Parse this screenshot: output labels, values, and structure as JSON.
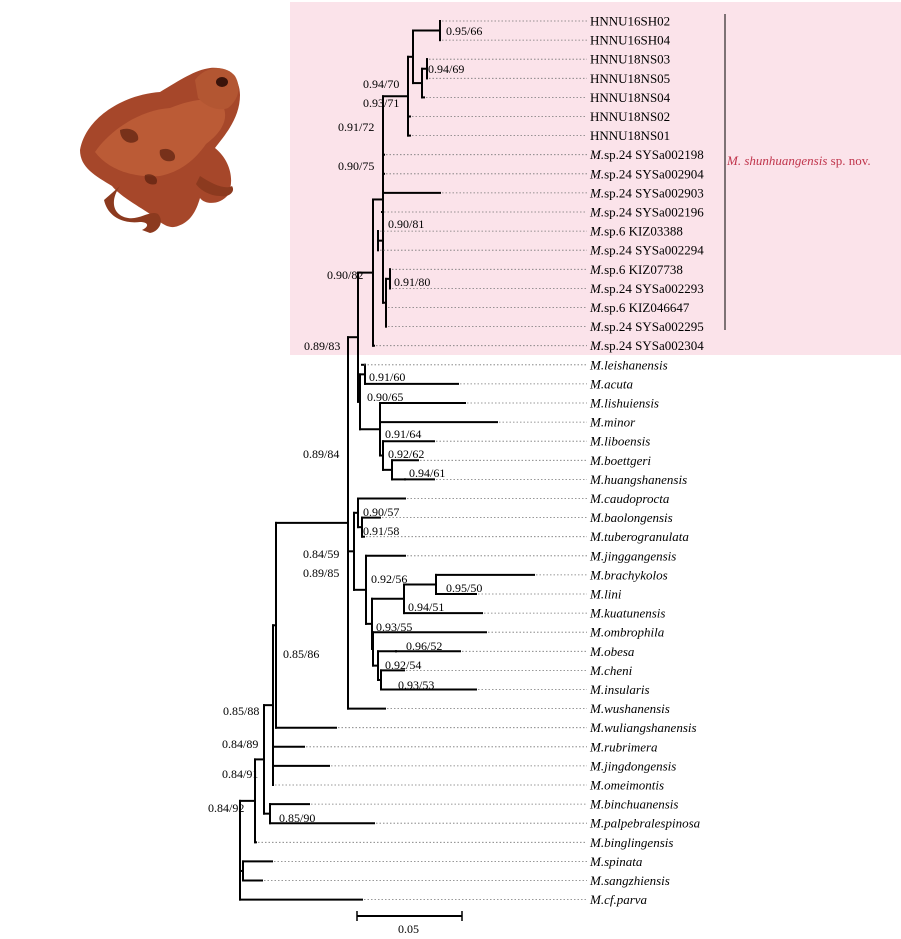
{
  "highlight_color": "#fbe3ea",
  "clade_label_color": "#c0354c",
  "frog_colors": [
    "#7a2c17",
    "#b8532b",
    "#d9794a",
    "#4a1a0c"
  ],
  "tree": {
    "tips": [
      {
        "prefix": "",
        "name": "HNNU16SH02",
        "rest": ""
      },
      {
        "prefix": "",
        "name": "HNNU16SH04",
        "rest": ""
      },
      {
        "prefix": "",
        "name": "HNNU18NS03",
        "rest": ""
      },
      {
        "prefix": "",
        "name": "HNNU18NS05",
        "rest": ""
      },
      {
        "prefix": "",
        "name": "HNNU18NS04",
        "rest": ""
      },
      {
        "prefix": "",
        "name": "HNNU18NS02",
        "rest": ""
      },
      {
        "prefix": "",
        "name": "HNNU18NS01",
        "rest": ""
      },
      {
        "prefix": "M.",
        "name": "sp.24",
        "rest": " SYSa002198"
      },
      {
        "prefix": "M.",
        "name": "sp.24",
        "rest": " SYSa002904"
      },
      {
        "prefix": "M.",
        "name": "sp.24",
        "rest": " SYSa002903"
      },
      {
        "prefix": "M.",
        "name": "sp.24",
        "rest": " SYSa002196"
      },
      {
        "prefix": "M.",
        "name": "sp.6",
        "rest": " KIZ03388"
      },
      {
        "prefix": "M.",
        "name": "sp.24",
        "rest": " SYSa002294"
      },
      {
        "prefix": "M.",
        "name": "sp.6",
        "rest": " KIZ07738"
      },
      {
        "prefix": "M.",
        "name": "sp.24",
        "rest": " SYSa002293"
      },
      {
        "prefix": "M.",
        "name": "sp.6",
        "rest": " KIZ046647"
      },
      {
        "prefix": "M.",
        "name": "sp.24",
        "rest": " SYSa002295"
      },
      {
        "prefix": "M.",
        "name": "sp.24",
        "rest": " SYSa002304"
      },
      {
        "prefix": "M.",
        "name": "leishanensis",
        "rest": ""
      },
      {
        "prefix": "M.",
        "name": "acuta",
        "rest": ""
      },
      {
        "prefix": "M.",
        "name": "lishuiensis",
        "rest": ""
      },
      {
        "prefix": "M.",
        "name": "minor",
        "rest": ""
      },
      {
        "prefix": "M.",
        "name": "liboensis",
        "rest": ""
      },
      {
        "prefix": "M.",
        "name": "boettgeri",
        "rest": ""
      },
      {
        "prefix": "M.",
        "name": "huangshanensis",
        "rest": ""
      },
      {
        "prefix": "M.",
        "name": "caudoprocta",
        "rest": ""
      },
      {
        "prefix": "M.",
        "name": "baolongensis",
        "rest": ""
      },
      {
        "prefix": "M.",
        "name": "tuberogranulata",
        "rest": ""
      },
      {
        "prefix": "M.",
        "name": "jinggangensis",
        "rest": ""
      },
      {
        "prefix": "M.",
        "name": "brachykolos",
        "rest": ""
      },
      {
        "prefix": "M.",
        "name": "lini",
        "rest": ""
      },
      {
        "prefix": "M.",
        "name": "kuatunensis",
        "rest": ""
      },
      {
        "prefix": "M.",
        "name": "ombrophila",
        "rest": ""
      },
      {
        "prefix": "M.",
        "name": "obesa",
        "rest": ""
      },
      {
        "prefix": "M.",
        "name": "cheni",
        "rest": ""
      },
      {
        "prefix": "M.",
        "name": "insularis",
        "rest": ""
      },
      {
        "prefix": "M.",
        "name": "wushanensis",
        "rest": ""
      },
      {
        "prefix": "M.",
        "name": "wuliangshanensis",
        "rest": ""
      },
      {
        "prefix": "M.",
        "name": "rubrimera",
        "rest": ""
      },
      {
        "prefix": "M.",
        "name": "jingdongensis",
        "rest": ""
      },
      {
        "prefix": "M.",
        "name": "omeimontis",
        "rest": ""
      },
      {
        "prefix": "M.",
        "name": "binchuanensis",
        "rest": ""
      },
      {
        "prefix": "M.",
        "name": "palpebralespinosa",
        "rest": ""
      },
      {
        "prefix": "M.",
        "name": "binglingensis",
        "rest": ""
      },
      {
        "prefix": "M.",
        "name": "spinata",
        "rest": ""
      },
      {
        "prefix": "M.",
        "name": "sangzhiensis",
        "rest": ""
      },
      {
        "prefix": "M.",
        "name": "cf.parva",
        "rest": ""
      }
    ],
    "support_values": [
      "0.95/66",
      "0.94/69",
      "0.94/70",
      "0.93/71",
      "0.91/72",
      "0.90/75",
      "0.90/81",
      "0.91/80",
      "0.90/82",
      "0.89/83",
      "0.91/60",
      "0.90/65",
      "0.91/64",
      "0.92/62",
      "0.94/61",
      "0.89/84",
      "0.90/57",
      "0.91/58",
      "0.84/59",
      "0.89/85",
      "0.92/56",
      "0.95/50",
      "0.94/51",
      "0.93/55",
      "0.96/52",
      "0.92/54",
      "0.93/53",
      "0.85/86",
      "0.85/88",
      "0.84/89",
      "0.84/91",
      "0.84/92",
      "0.85/90"
    ],
    "new_species_label": {
      "italic": "M. shunhuangensis",
      "plain": " sp. nov."
    },
    "scale_bar_label": "0.05"
  }
}
